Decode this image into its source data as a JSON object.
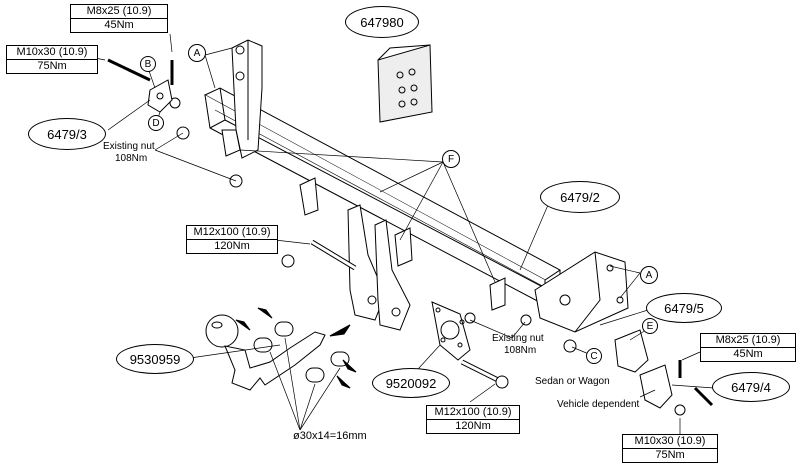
{
  "torque_boxes": {
    "top_m8": {
      "spec": "M8x25 (10.9)",
      "torque": "45Nm"
    },
    "top_m10": {
      "spec": "M10x30 (10.9)",
      "torque": "75Nm"
    },
    "mid_m12": {
      "spec": "M12x100 (10.9)",
      "torque": "120Nm"
    },
    "bottom_m12": {
      "spec": "M12x100 (10.9)",
      "torque": "120Nm"
    },
    "right_m8": {
      "spec": "M8x25 (10.9)",
      "torque": "45Nm"
    },
    "right_m10": {
      "spec": "M10x30 (10.9)",
      "torque": "75Nm"
    }
  },
  "part_numbers": {
    "p647980": "647980",
    "p6479_3": "6479/3",
    "p6479_2": "6479/2",
    "p6479_5": "6479/5",
    "p6479_4": "6479/4",
    "p9530959": "9530959",
    "p9520092": "9520092"
  },
  "callouts": {
    "a_top": "A",
    "a_right": "A",
    "b": "B",
    "c": "C",
    "d": "D",
    "e": "E",
    "f": "F"
  },
  "notes": {
    "existing_nut_left": "Existing nut",
    "existing_nut_left_torque": "108Nm",
    "existing_nut_right": "Existing nut",
    "existing_nut_right_torque": "108Nm",
    "sedan_wagon": "Sedan or Wagon",
    "vehicle_dependent": "Vehicle dependent",
    "spacer_dims": "ø30x14=16mm"
  }
}
